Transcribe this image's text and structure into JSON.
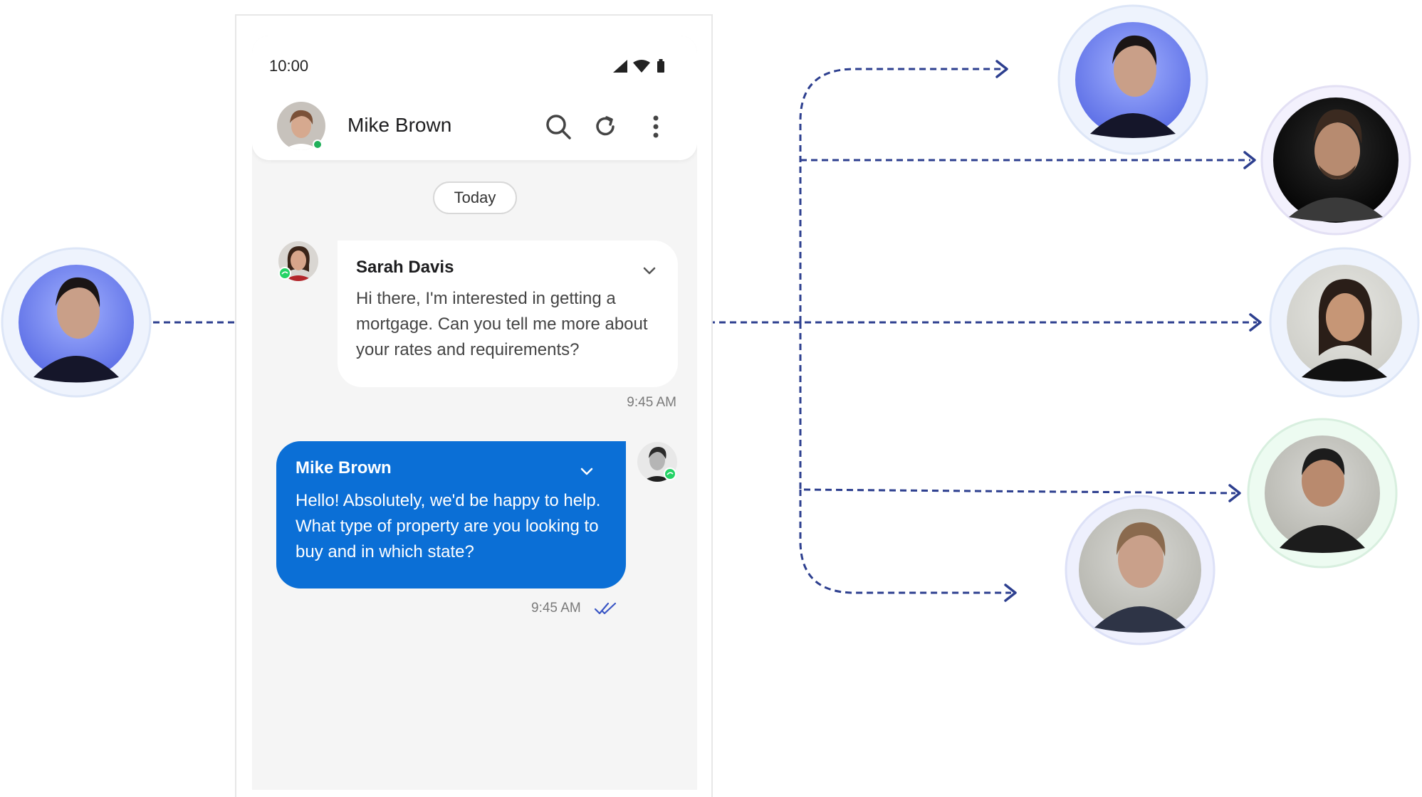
{
  "status_bar": {
    "time": "10:00"
  },
  "header": {
    "contact_name": "Mike Brown",
    "icons": [
      "search-icon",
      "refresh-icon",
      "more-vertical-icon"
    ]
  },
  "chat": {
    "date_divider": "Today",
    "messages": [
      {
        "direction": "incoming",
        "sender": "Sarah Davis",
        "text": "Hi there, I'm interested in getting a mortgage. Can you tell me more about your rates and requirements?",
        "time": "9:45 AM",
        "channel_icon": "whatsapp-icon"
      },
      {
        "direction": "outgoing",
        "sender": "Mike Brown",
        "text": "Hello! Absolutely, we'd be happy to help. What type of property are you looking to buy and in which state?",
        "time": "9:45 AM",
        "status_icon": "double-check-icon"
      }
    ]
  },
  "colors": {
    "outgoing_bubble": "#0b6fd6",
    "connector_line": "#2d3f8f",
    "online_dot": "#20b05a",
    "whatsapp": "#25d366"
  },
  "diagram": {
    "left_avatar": "customer-avatar",
    "right_avatars": [
      "agent-avatar-1",
      "agent-avatar-2",
      "agent-avatar-3",
      "agent-avatar-4",
      "agent-avatar-5"
    ]
  }
}
